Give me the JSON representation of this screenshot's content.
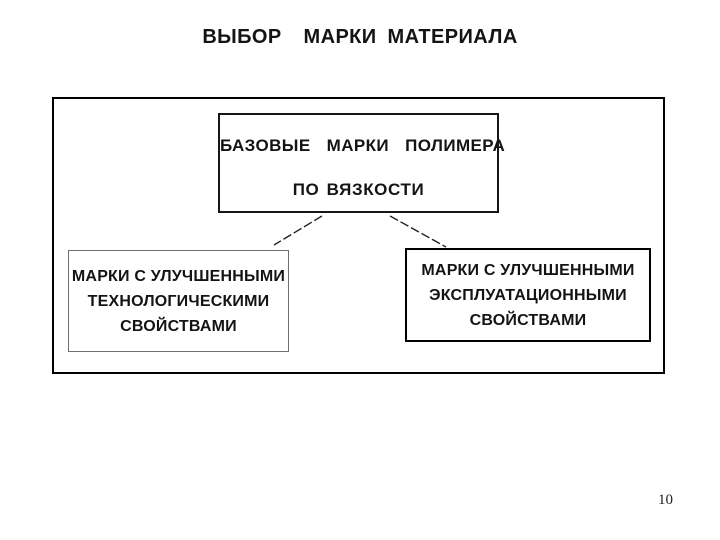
{
  "slide": {
    "title": "ВЫБОР  МАРКИ МАТЕРИАЛА",
    "page_number": "10"
  },
  "diagram": {
    "root_box": {
      "lines": [
        "БАЗОВЫЕ МАРКИ ПОЛИМЕРА",
        "ПО ВЯЗКОСТИ"
      ]
    },
    "left_box": {
      "lines": [
        "МАРКИ С УЛУЧШЕННЫМИ",
        "ТЕХНОЛОГИЧЕСКИМИ",
        "СВОЙСТВАМИ"
      ]
    },
    "right_box": {
      "lines": [
        "МАРКИ С УЛУЧШЕННЫМИ",
        "ЭКСПЛУАТАЦИОННЫМИ",
        "СВОЙСТВАМИ"
      ]
    },
    "colors": {
      "ink": "#141414",
      "frame_border": "#000000",
      "light_border": "#6e6e6e",
      "background": "#ffffff"
    }
  }
}
